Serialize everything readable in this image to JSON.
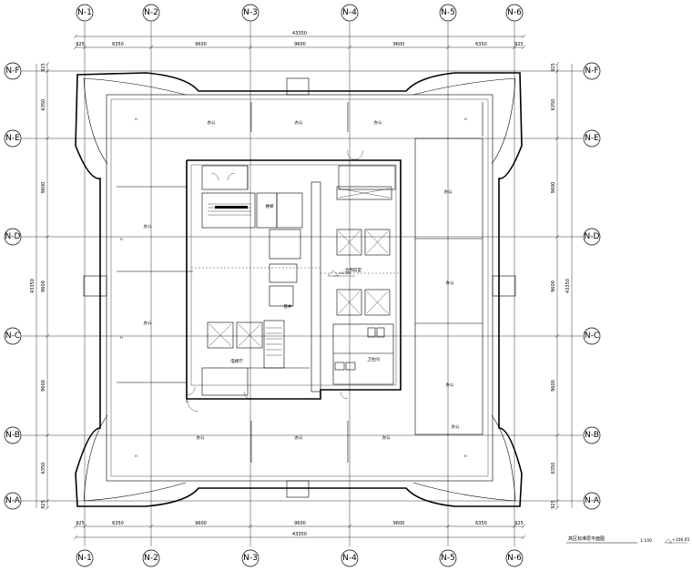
{
  "axes": {
    "top": [
      "N-1",
      "N-2",
      "N-3",
      "N-4",
      "N-5",
      "N-6"
    ],
    "bottom": [
      "N-1",
      "N-2",
      "N-3",
      "N-4",
      "N-5",
      "N-6"
    ],
    "left": [
      "N-F",
      "N-E",
      "N-D",
      "N-C",
      "N-B",
      "N-A"
    ],
    "right": [
      "N-F",
      "N-E",
      "N-D",
      "N-C",
      "N-B",
      "N-A"
    ]
  },
  "dimensions": {
    "top_total": "43350",
    "top_segments": [
      "925",
      "6350",
      "9600",
      "9600",
      "9600",
      "6350",
      "925"
    ],
    "bottom_total": "43350",
    "bottom_segments": [
      "925",
      "6350",
      "9600",
      "9600",
      "9600",
      "6350",
      "925"
    ],
    "left_total": "43350",
    "left_segments": [
      "925",
      "6350",
      "9600",
      "9600",
      "9600",
      "6350",
      "925"
    ],
    "right_total": "43350",
    "right_segments": [
      "925",
      "6350",
      "9600",
      "9600",
      "9600",
      "6350",
      "925"
    ]
  },
  "rooms": {
    "office_nw": "办公",
    "office_n1": "办公",
    "office_n2": "办公",
    "office_ne": "办公",
    "office_w1": "办公",
    "office_w2": "办公",
    "office_e1": "办公",
    "office_e2": "办公",
    "office_sw": "办公",
    "office_s1": "办公",
    "office_s2": "办公",
    "office_se": "办公",
    "core_corridor": "合用前室",
    "core_lobby": "电梯厅",
    "stair": "楼梯",
    "toilet": "卫生间",
    "shaft": "管井"
  },
  "level_mark": "±0.000",
  "title_block": {
    "title": "高区标准层平面图",
    "scale": "1:100",
    "elevation": "+106.65"
  }
}
